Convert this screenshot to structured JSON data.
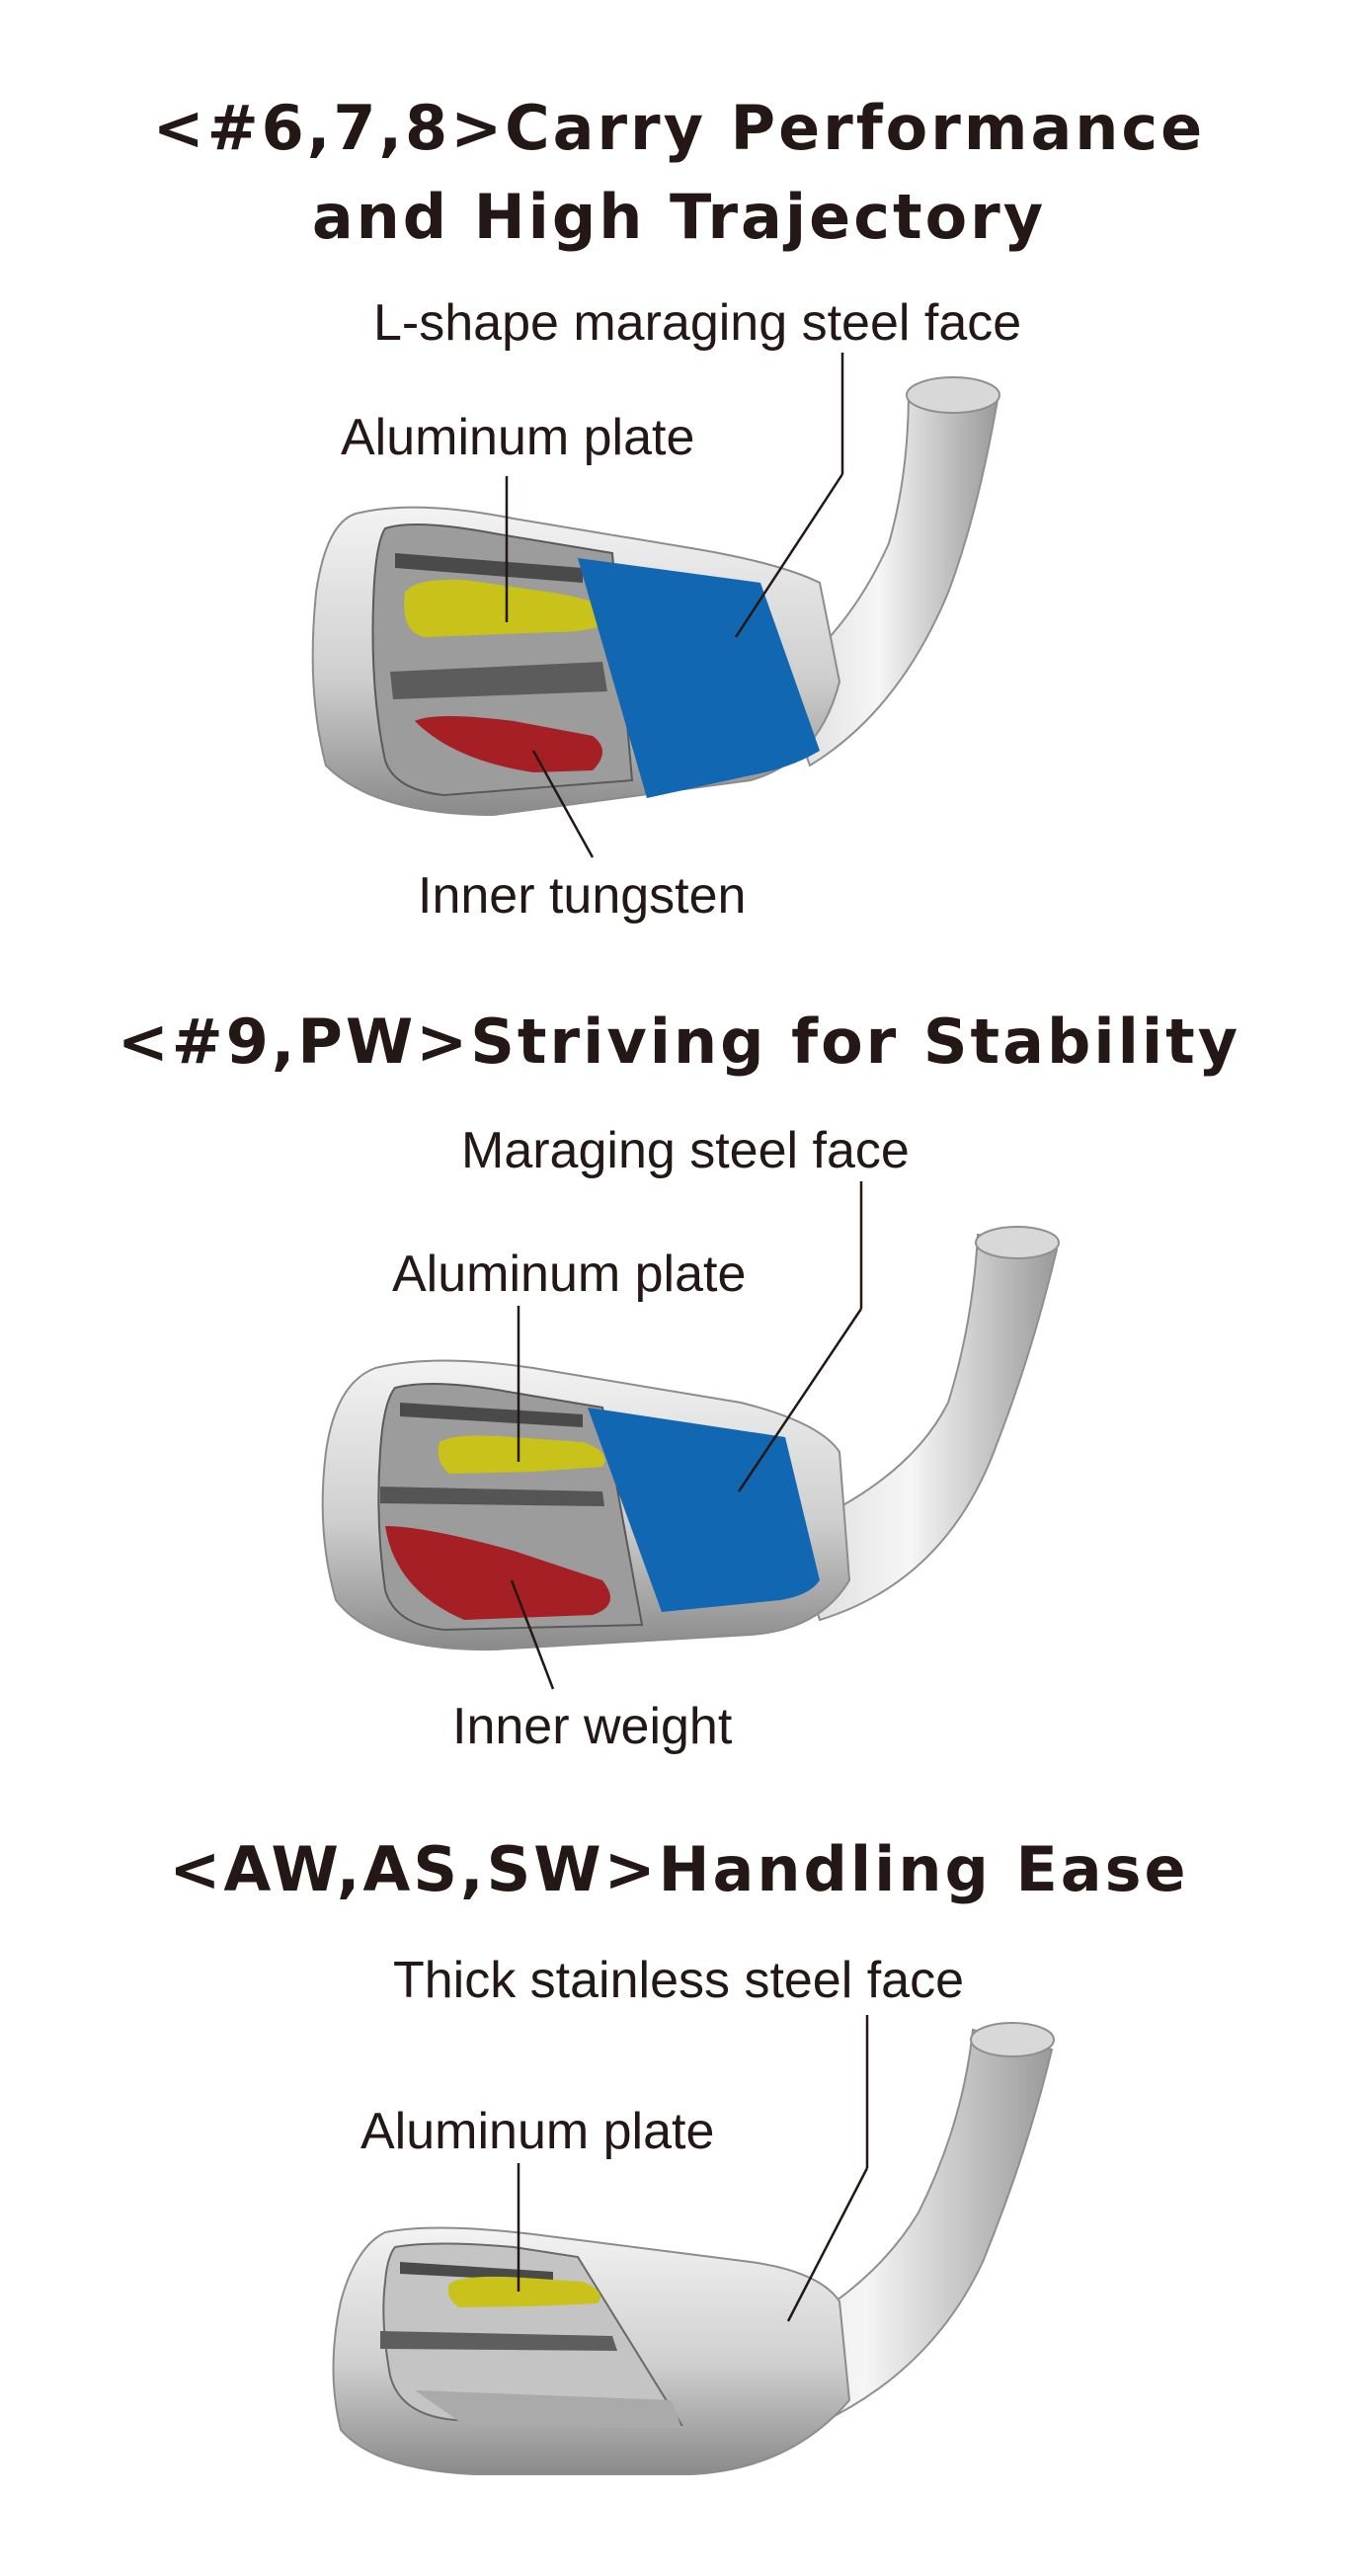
{
  "sections": [
    {
      "title_lines": [
        "<#6,7,8>Carry Performance",
        "and High Trajectory"
      ],
      "labels": {
        "face": "L-shape maraging steel face",
        "plate": "Aluminum plate",
        "weight": "Inner tungsten"
      }
    },
    {
      "title_lines": [
        "<#9,PW>Striving for Stability"
      ],
      "labels": {
        "face": "Maraging steel face",
        "plate": "Aluminum plate",
        "weight": "Inner weight"
      }
    },
    {
      "title_lines": [
        "<AW,AS,SW>Handling Ease"
      ],
      "labels": {
        "face": "Thick stainless steel face",
        "plate": "Aluminum plate"
      }
    }
  ],
  "colors": {
    "text": "#231815",
    "face": "#1167b1",
    "aluminum": "#c8c21a",
    "tungsten": "#a51f24",
    "steel_light": "#e6e6e6",
    "steel_mid": "#b8b8b8",
    "steel_dark": "#6e6e6e"
  }
}
